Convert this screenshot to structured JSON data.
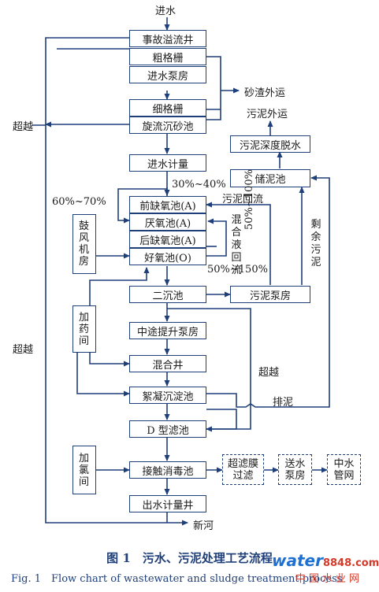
{
  "units": {
    "emergency": "事故溢流井",
    "coarse_screen": "粗格栅",
    "inlet_pump": "进水泵房",
    "fine_screen": "细格栅",
    "grit": "旋流沉砂池",
    "inlet_meter": "进水计量",
    "pre_anoxic": "前缺氧池(A)",
    "anaerobic": "厌氧池(A)",
    "post_anoxic": "后缺氧池(A)",
    "aerobic": "好氧池(O)",
    "secondary": "二沉池",
    "lift_pump": "中途提升泵房",
    "mixing_well": "混合井",
    "floc": "絮凝沉淀池",
    "d_filter": "D 型滤池",
    "contact": "接触消毒池",
    "out_meter": "出水计量井",
    "sludge_pump": "污泥泵房",
    "sludge_store": "储泥池",
    "dewater": "污泥深度脱水",
    "uf": [
      "超滤膜",
      "过滤"
    ],
    "send_pump": [
      "送水",
      "泵房"
    ],
    "reuse": [
      "中水",
      "管网"
    ]
  },
  "side": {
    "blower": "鼓风机房",
    "dosing": "加药间",
    "chlorine": "加氯间"
  },
  "labels": {
    "inflow": "进水",
    "grit_out": "砂渣外运",
    "sludge_out": "污泥外运",
    "bypass_top": "超越",
    "bypass_bottom": "超越",
    "bypass_mid": "超越",
    "pct_30_40": "30%~40%",
    "pct_60_70": "60%~70%",
    "return_sludge": "污泥回流",
    "mixed_return": "混合液回流",
    "pct_50_150": "50%~150%",
    "pct_50_100": "50%~100%",
    "surplus": "剩余污泥",
    "discharge": "排泥",
    "river": "新河"
  },
  "caption": {
    "cn": "图 1　污水、污泥处理工艺流程",
    "en": "Fig. 1　Flow chart of wastewater and sludge treatment process"
  },
  "watermark": {
    "brand": "water",
    "num": "8848",
    "dom": ".com",
    "cn": "中国水业网"
  },
  "colors": {
    "line": "#1f3f7a"
  }
}
